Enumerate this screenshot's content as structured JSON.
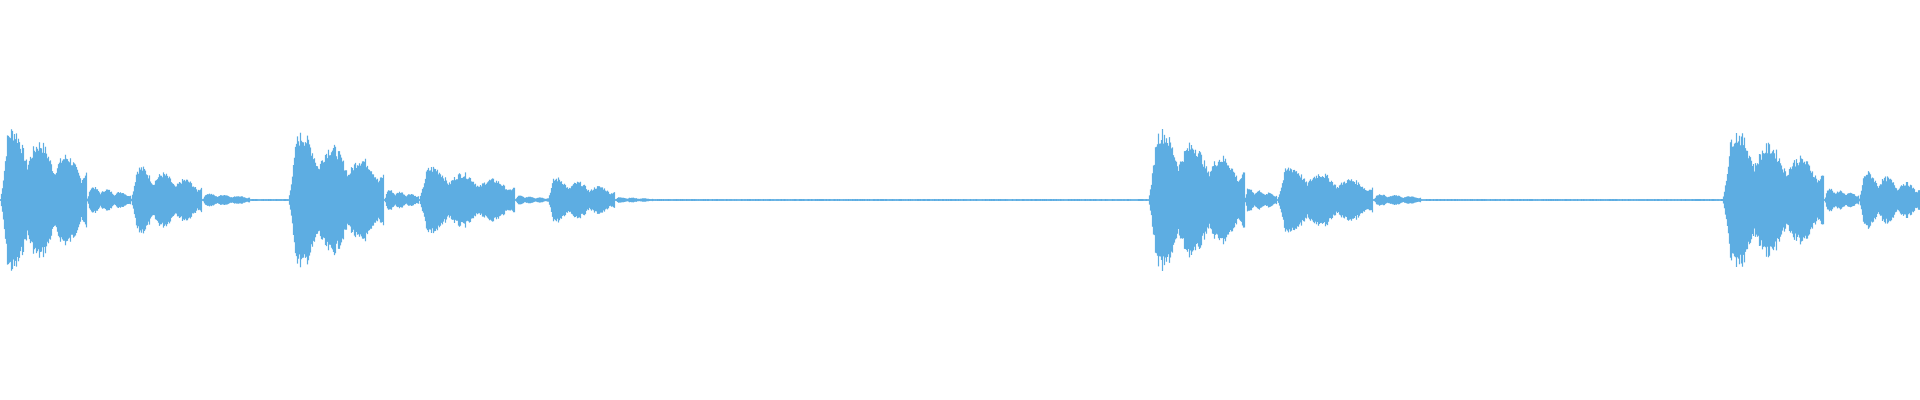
{
  "waveform": {
    "color": "#5dade2",
    "background": "#ffffff",
    "amplitude_peak": 1.0,
    "bursts": [
      {
        "start": 0.0,
        "end": 0.045,
        "level": 0.97
      },
      {
        "start": 0.045,
        "end": 0.068,
        "level": 0.18
      },
      {
        "start": 0.068,
        "end": 0.105,
        "level": 0.45
      },
      {
        "start": 0.105,
        "end": 0.13,
        "level": 0.09
      },
      {
        "start": 0.15,
        "end": 0.2,
        "level": 0.9
      },
      {
        "start": 0.2,
        "end": 0.218,
        "level": 0.14
      },
      {
        "start": 0.218,
        "end": 0.268,
        "level": 0.45
      },
      {
        "start": 0.268,
        "end": 0.285,
        "level": 0.06
      },
      {
        "start": 0.285,
        "end": 0.32,
        "level": 0.3
      },
      {
        "start": 0.32,
        "end": 0.34,
        "level": 0.04
      },
      {
        "start": 0.598,
        "end": 0.648,
        "level": 0.94
      },
      {
        "start": 0.648,
        "end": 0.665,
        "level": 0.16
      },
      {
        "start": 0.665,
        "end": 0.715,
        "level": 0.45
      },
      {
        "start": 0.715,
        "end": 0.74,
        "level": 0.08
      },
      {
        "start": 0.897,
        "end": 0.95,
        "level": 0.92
      },
      {
        "start": 0.95,
        "end": 0.968,
        "level": 0.16
      },
      {
        "start": 0.968,
        "end": 1.0,
        "level": 0.38
      }
    ],
    "silence_level": 0.012
  }
}
